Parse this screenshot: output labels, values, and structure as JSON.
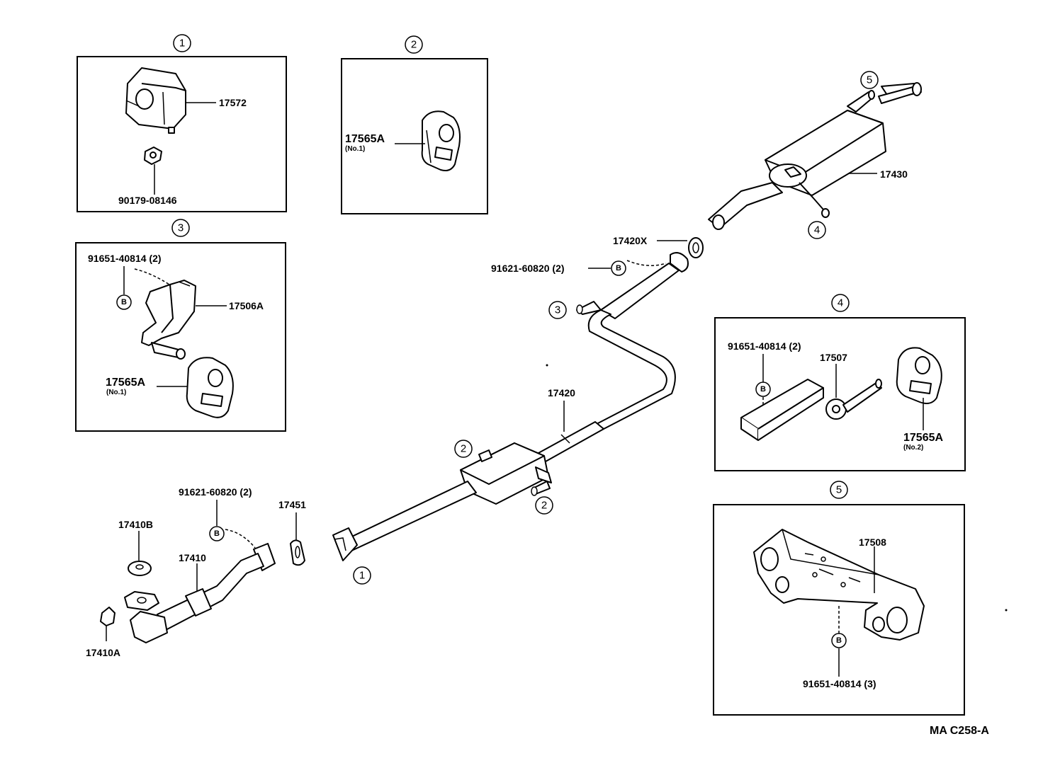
{
  "reference_code": "MA C258-A",
  "section_numbers": [
    "1",
    "2",
    "3",
    "4",
    "5"
  ],
  "b_marker": "B",
  "parts": {
    "p17572": "17572",
    "p90179": "90179-08146",
    "p17565A_1": "17565A",
    "p17565A_1_sub": "(No.1)",
    "p17565A_2": "17565A",
    "p17565A_2_sub": "(No.1)",
    "p17565A_3": "17565A",
    "p17565A_3_sub": "(No.2)",
    "p91651_a": "91651-40814 (2)",
    "p17506A": "17506A",
    "p17430": "17430",
    "p17420X": "17420X",
    "p91621_a": "91621-60820 (2)",
    "p91651_b": "91651-40814 (2)",
    "p17507": "17507",
    "p17420": "17420",
    "p91621_b": "91621-60820 (2)",
    "p17451": "17451",
    "p17410B": "17410B",
    "p17410": "17410",
    "p17410A": "17410A",
    "p17508": "17508",
    "p91651_c": "91651-40814 (3)"
  }
}
